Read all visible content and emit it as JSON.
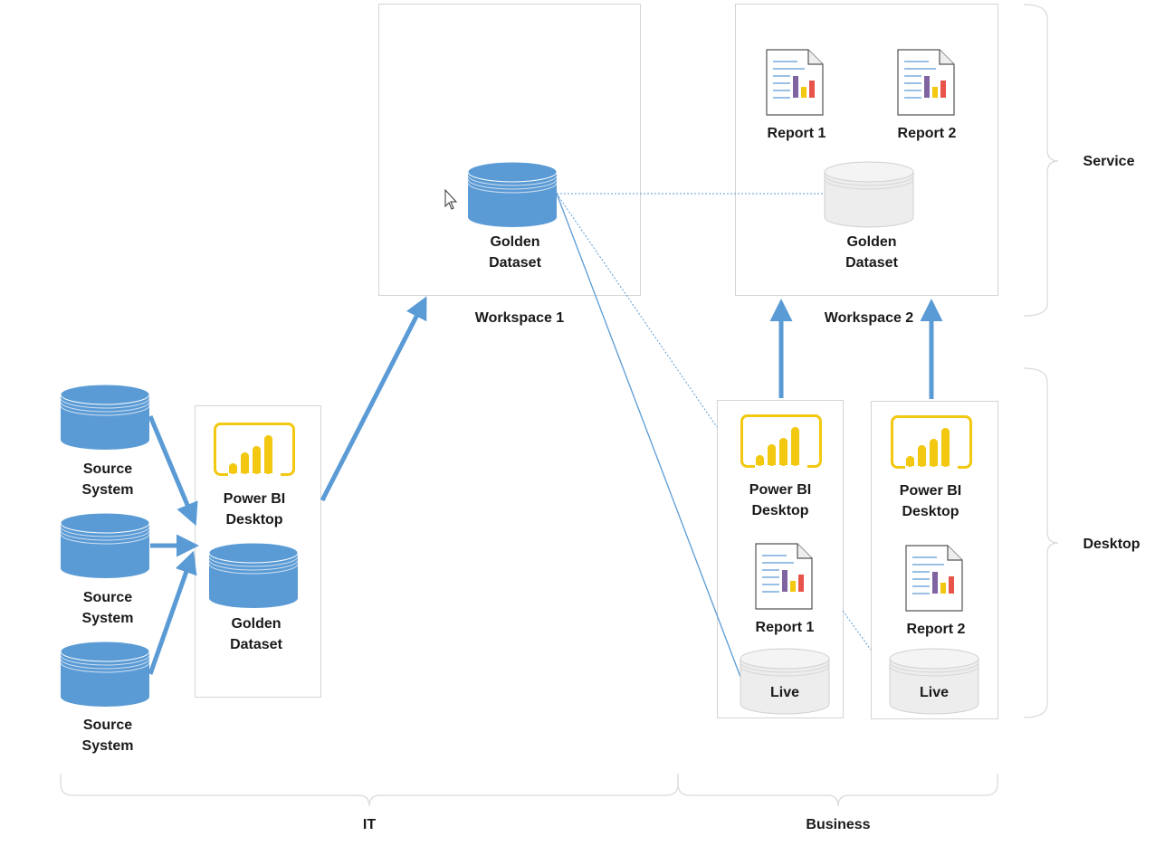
{
  "source_systems": [
    {
      "line1": "Source",
      "line2": "System"
    },
    {
      "line1": "Source",
      "line2": "System"
    },
    {
      "line1": "Source",
      "line2": "System"
    }
  ],
  "it_desktop": {
    "app_line1": "Power BI",
    "app_line2": "Desktop",
    "dataset_line1": "Golden",
    "dataset_line2": "Dataset"
  },
  "workspace1": {
    "title": "Workspace 1",
    "dataset_line1": "Golden",
    "dataset_line2": "Dataset"
  },
  "workspace2": {
    "title": "Workspace 2",
    "report1": "Report 1",
    "report2": "Report 2",
    "dataset_line1": "Golden",
    "dataset_line2": "Dataset"
  },
  "business_desktop1": {
    "app_line1": "Power BI",
    "app_line2": "Desktop",
    "report": "Report 1",
    "live": "Live"
  },
  "business_desktop2": {
    "app_line1": "Power BI",
    "app_line2": "Desktop",
    "report": "Report 2",
    "live": "Live"
  },
  "braces": {
    "service": "Service",
    "desktop": "Desktop",
    "it": "IT",
    "business": "Business"
  },
  "colors": {
    "db_blue": "#5b9bd5",
    "db_grey": "#ededed",
    "powerbi_yellow": "#f2c811",
    "arrow_blue": "#5b9bd5"
  }
}
